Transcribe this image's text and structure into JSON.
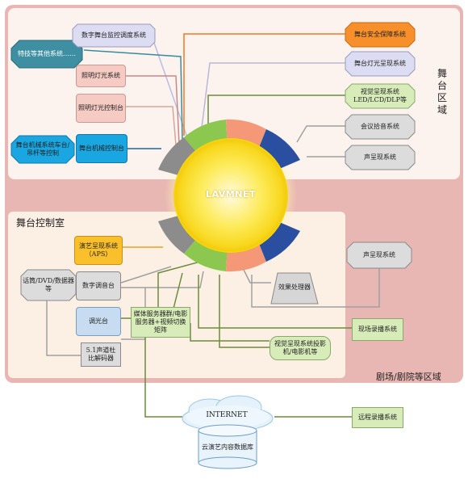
{
  "zones": {
    "stage": "舞台区域",
    "control_room": "舞台控制室",
    "theater": "剧场/剧院等区域"
  },
  "hub": {
    "label": "LAVMNET"
  },
  "nodes": {
    "stage_monitor": "数字舞台监控调度系统",
    "effects": "特技等其他系统……",
    "lighting": "照明灯光系统",
    "lighting_console": "照明灯光控制台",
    "machinery": "舞台机械系统车台/吊杆等控制",
    "machinery_console": "舞台机械控制台",
    "safety": "舞台安全保障系统",
    "stage_light_display": "舞台灯光呈现系统",
    "visual_display": "视觉呈现系统LED/LCD/DLP等",
    "conference": "会议拾音系统",
    "sound_stage": "声呈现系统",
    "aps": "演艺呈现系统（APS）",
    "mic": "话筒/DVD/数据器等",
    "mixer": "数字调音台",
    "dimmer": "调光台",
    "decoder": "5.1声道杜比解码器",
    "media_server": "媒体服务器群/电影服务器+视频切换矩阵",
    "effects_processor": "效果处理器",
    "sound_theater": "声呈现系统",
    "visual_projector": "视觉呈现系统投影机/电影机等",
    "live_record": "现场录播系统",
    "remote_record": "远程录播系统",
    "internet": "INTERNET",
    "cloud_db": "云演艺内容数据库"
  },
  "colors": {
    "stage_zone": "#fdf3ee",
    "outer_zone": "#e9b7b3",
    "control_zone": "#fcefe4",
    "hub": "#fbe227",
    "orange": "#f7902a",
    "blue": "#1aa6e0",
    "pink": "#f6cbc3",
    "lavender": "#dcdcf2",
    "green": "#d8ecba",
    "gray": "#dcdcdc",
    "yellow": "#f9c02c",
    "light_blue": "#c7dcf0"
  }
}
